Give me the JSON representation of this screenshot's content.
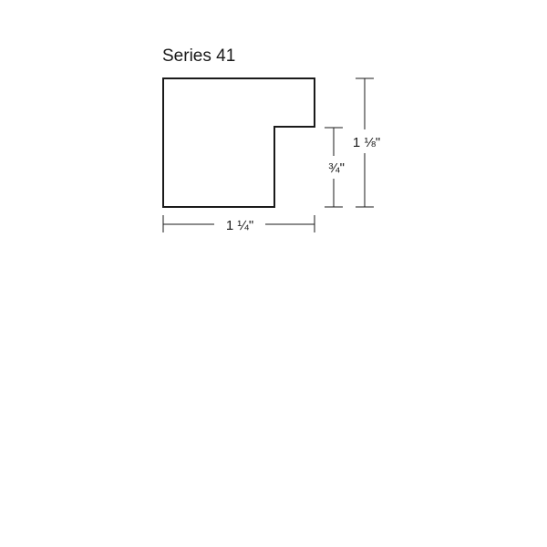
{
  "title": "Series 41",
  "dimensions": {
    "width": "1 ¼\"",
    "total_height": "1 ⅛\"",
    "rabbet_height": "¾\""
  },
  "colors": {
    "line": "#1a1a1a",
    "background": "#ffffff"
  }
}
